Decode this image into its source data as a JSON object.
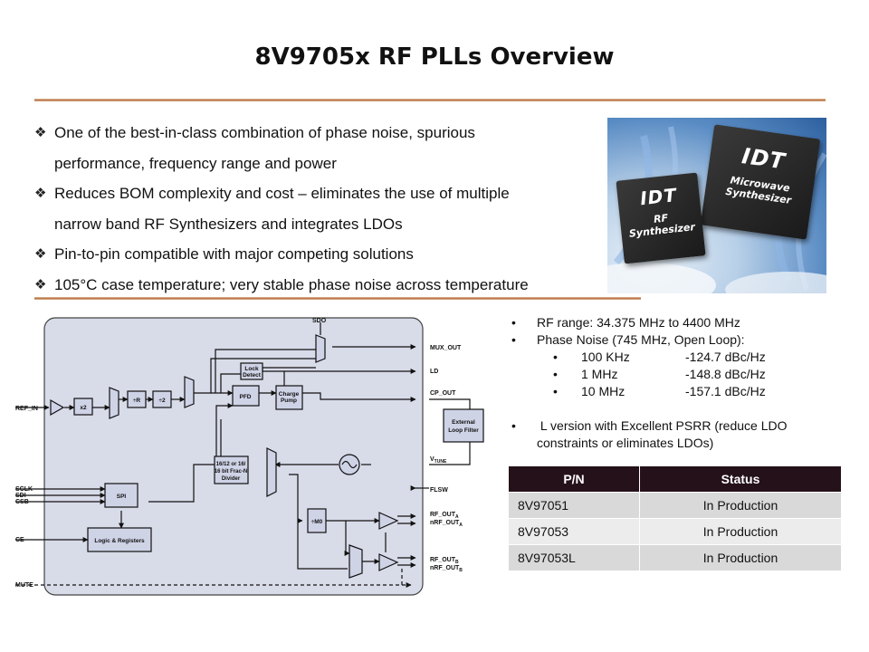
{
  "slide": {
    "title": "8V9705x RF PLLs Overview"
  },
  "bullets": [
    {
      "line1": "One of the best-in-class combination of phase noise, spurious",
      "line2": "performance, frequency range and power"
    },
    {
      "line1": "Reduces BOM complexity and cost – eliminates the use of multiple",
      "line2": "narrow band RF Synthesizers and integrates LDOs"
    },
    {
      "line1": "Pin-to-pin compatible with major competing solutions",
      "line2": ""
    },
    {
      "line1": "105°C case temperature; very stable phase noise across temperature",
      "line2": ""
    }
  ],
  "photo": {
    "chip_front_logo": "IDT",
    "chip_front_label1": "RF",
    "chip_front_label2": "Synthesizer",
    "chip_back_logo": "IDT",
    "chip_back_label1": "Microwave",
    "chip_back_label2": "Synthesizer"
  },
  "specs": {
    "rf_range": "RF range: 34.375 MHz to 4400 MHz",
    "phase_noise": "Phase Noise (745 MHz, Open Loop):",
    "noise_rows": [
      {
        "offset": "100 KHz",
        "value": "-124.7 dBc/Hz"
      },
      {
        "offset": "1 MHz",
        "value": "-148.8 dBc/Hz"
      },
      {
        "offset": "10 MHz",
        "value": "-157.1 dBc/Hz"
      }
    ],
    "l_version_line1": " L version with Excellent PSRR (reduce LDO",
    "l_version_line2": "constraints or eliminates LDOs)"
  },
  "table": {
    "headers": [
      "P/N",
      "Status"
    ],
    "rows": [
      {
        "pn": "8V97051",
        "status": "In Production"
      },
      {
        "pn": "8V97053",
        "status": "In Production"
      },
      {
        "pn": "8V97053L",
        "status": "In Production"
      }
    ]
  },
  "diagram": {
    "pins_left": [
      "REF_IN",
      "SCLK",
      "SDI",
      "CSB",
      "CE",
      "MUTE"
    ],
    "pins_top": [
      "SDO"
    ],
    "pins_right": [
      "MUX_OUT",
      "LD",
      "CP_OUT",
      "FLSW"
    ],
    "vtune_base": "V",
    "vtune_sub": "TUNE",
    "rf_out_a_base": "RF_OUT",
    "rf_out_a_sub": "A",
    "nrf_out_a_base": "nRF_OUT",
    "nrf_out_a_sub": "A",
    "rf_out_b_base": "RF_OUT",
    "rf_out_b_sub": "B",
    "nrf_out_b_base": "nRF_OUT",
    "nrf_out_b_sub": "B",
    "blocks": {
      "x2": "x2",
      "div_r": "÷R",
      "div_2": "÷2",
      "lock1": "Lock",
      "lock2": "Detect",
      "pfd": "PFD",
      "charge1": "Charge",
      "charge2": "Pump",
      "filter1": "External",
      "filter2": "Loop Filter",
      "divider1": "16/12 or 16/",
      "divider2": "16 bit Frac-N",
      "divider3": "Divider",
      "spi": "SPI",
      "logic": "Logic & Registers",
      "div_m0": "÷M0"
    }
  }
}
